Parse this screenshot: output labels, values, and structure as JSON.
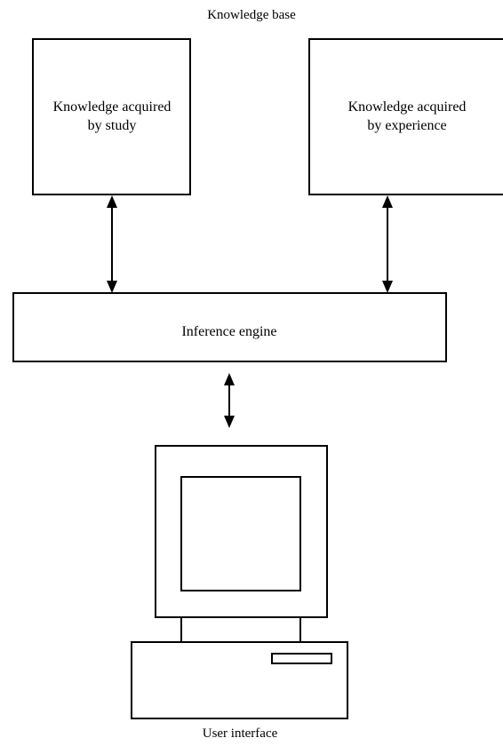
{
  "knowledge_base": {
    "title": "Knowledge base",
    "study_box": {
      "line1": "Knowledge acquired",
      "line2": "by study"
    },
    "experience_box": {
      "line1": "Knowledge acquired",
      "line2": "by experience"
    }
  },
  "inference_engine": {
    "label": "Inference engine"
  },
  "user_interface": {
    "label": "User interface"
  },
  "colors": {
    "stroke": "#000000",
    "background": "#ffffff"
  }
}
